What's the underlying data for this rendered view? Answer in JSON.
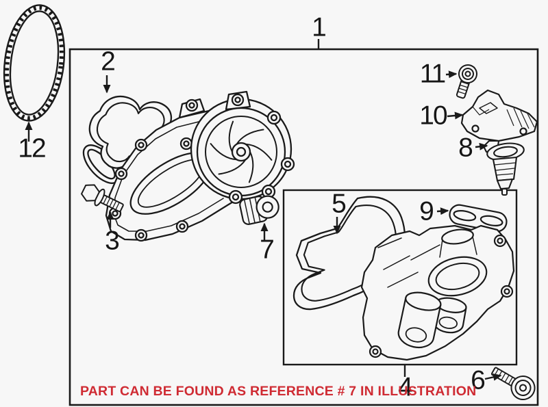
{
  "colors": {
    "background": "#f7f7f7",
    "line": "#1a1a1a",
    "note_red": "#cf2b33"
  },
  "note": {
    "text": "PART CAN BE FOUND AS REFERENCE # 7 IN ILLUSTRATION"
  },
  "callouts": [
    {
      "label": "1"
    },
    {
      "label": "2"
    },
    {
      "label": "3"
    },
    {
      "label": "4"
    },
    {
      "label": "5"
    },
    {
      "label": "6"
    },
    {
      "label": "7"
    },
    {
      "label": "8"
    },
    {
      "label": "9"
    },
    {
      "label": "10"
    },
    {
      "label": "11"
    },
    {
      "label": "12"
    }
  ]
}
